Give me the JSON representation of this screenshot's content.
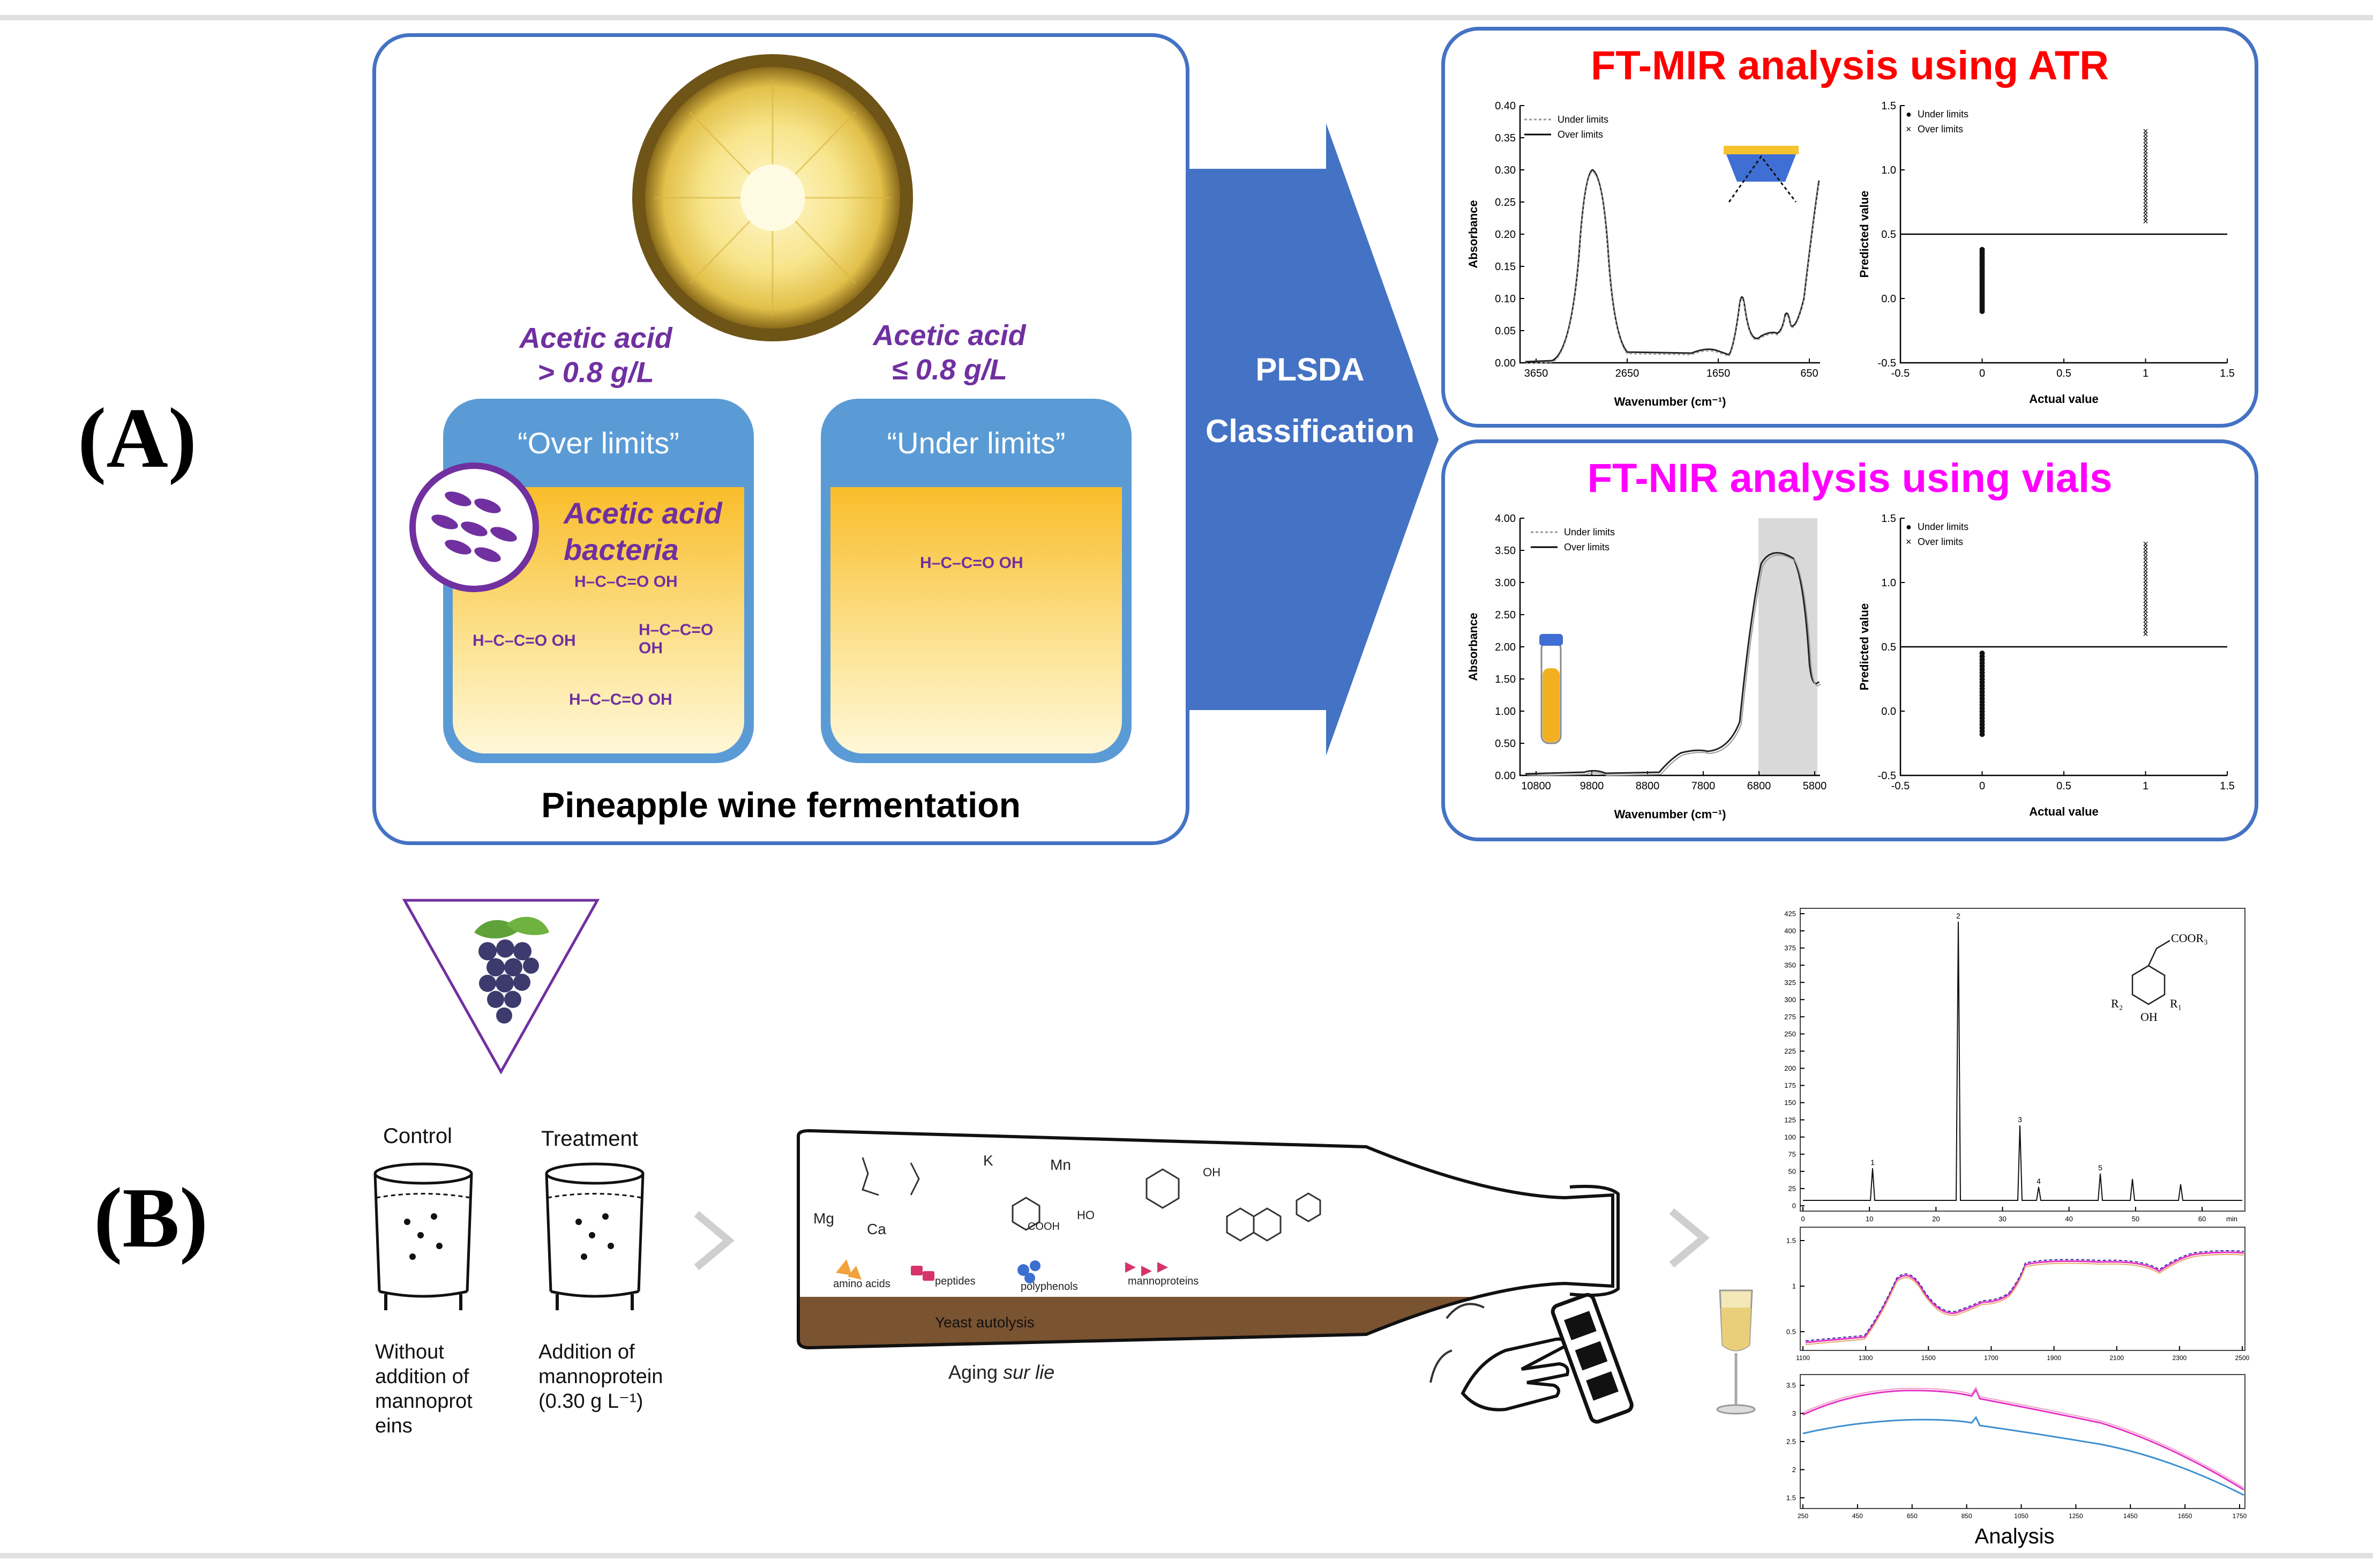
{
  "panelA": {
    "label": "(A)",
    "left": {
      "over_header": "Acetic acid\n> 0.8 g/L",
      "under_header": "Acetic acid\n≤ 0.8 g/L",
      "over_title": "“Over limits”",
      "under_title": "“Under limits”",
      "bacteria_label": "Acetic acid\nbacteria",
      "caption": "Pineapple wine fermentation",
      "molecule_text": {
        "h": "H",
        "c": "C",
        "o": "O",
        "oh": "OH"
      }
    },
    "arrow": {
      "line1": "PLSDA",
      "line2": "Classification"
    },
    "mir": {
      "title": "FT-MIR analysis using ATR",
      "spectrum": {
        "ylabel": "Absorbance",
        "xlabel": "Wavenumber (cm⁻¹)",
        "yticks": [
          "0.40",
          "0.35",
          "0.30",
          "0.25",
          "0.20",
          "0.15",
          "0.10",
          "0.05",
          "0.00"
        ],
        "xticks": [
          "3650",
          "2650",
          "1650",
          "650"
        ],
        "legend": [
          "Under limits",
          "Over limits"
        ]
      },
      "scatter": {
        "ylabel": "Predicted value",
        "xlabel": "Actual value",
        "yticks": [
          "1.5",
          "1.0",
          "0.5",
          "0.0",
          "-0.5"
        ],
        "xticks": [
          "-0.5",
          "0",
          "0.5",
          "1",
          "1.5"
        ],
        "legend": [
          "Under limits",
          "Over limits"
        ]
      }
    },
    "nir": {
      "title": "FT-NIR analysis using vials",
      "spectrum": {
        "ylabel": "Absorbance",
        "xlabel": "Wavenumber (cm⁻¹)",
        "yticks": [
          "4.00",
          "3.50",
          "3.00",
          "2.50",
          "2.00",
          "1.50",
          "1.00",
          "0.50",
          "0.00"
        ],
        "xticks": [
          "10800",
          "9800",
          "8800",
          "7800",
          "6800",
          "5800"
        ],
        "legend": [
          "Under limits",
          "Over limits"
        ]
      },
      "scatter": {
        "ylabel": "Predicted value",
        "xlabel": "Actual value",
        "yticks": [
          "1.5",
          "1.0",
          "0.5",
          "0.0",
          "-0.5"
        ],
        "xticks": [
          "-0.5",
          "0",
          "0.5",
          "1",
          "1.5"
        ],
        "legend": [
          "Under limits",
          "Over limits"
        ]
      }
    }
  },
  "panelB": {
    "label": "(B)",
    "control_label": "Control",
    "treatment_label": "Treatment",
    "control_caption": "Without\naddition of\nmannoprot\neins",
    "treatment_caption": "Addition of\nmannoprotein\n(0.30 g L⁻¹)",
    "bottle": {
      "labels": [
        "K",
        "Mn",
        "Mg",
        "Ca",
        "COOH",
        "OH",
        "HO"
      ],
      "tags": [
        "amino acids",
        "peptides",
        "polyphenols",
        "mannoproteins"
      ],
      "lees": "Yeast autolysis",
      "caption_pre": "Aging ",
      "caption_it": "sur lie"
    },
    "chromatogram": {
      "yticks": [
        "425",
        "400",
        "375",
        "350",
        "325",
        "300",
        "275",
        "250",
        "225",
        "200",
        "175",
        "150",
        "125",
        "100",
        "75",
        "50",
        "25",
        "0"
      ],
      "xticks": [
        "0",
        "10",
        "20",
        "30",
        "40",
        "50",
        "60"
      ],
      "units": "min",
      "peaks": [
        "1",
        "2",
        "3",
        "4",
        "5"
      ],
      "structure": {
        "top": "COOR₃",
        "left": "R₂",
        "right": "R₁",
        "bottom": "OH"
      }
    },
    "nir": {
      "yticks": [
        "1.5",
        "1",
        "0.5"
      ],
      "xticks": [
        "1100",
        "1300",
        "1500",
        "1700",
        "1900",
        "2100",
        "2300",
        "2500"
      ]
    },
    "uvvis": {
      "yticks": [
        "3.5",
        "3",
        "2.5",
        "2",
        "1.5"
      ],
      "xticks": [
        "250",
        "450",
        "650",
        "850",
        "1050",
        "1250",
        "1450",
        "1650",
        "1750"
      ]
    },
    "analysis_label": "Analysis",
    "colors": {
      "accent": "#4472c4",
      "purple": "#7030a0",
      "red": "#ff0000",
      "magenta": "#ff00ff"
    }
  }
}
